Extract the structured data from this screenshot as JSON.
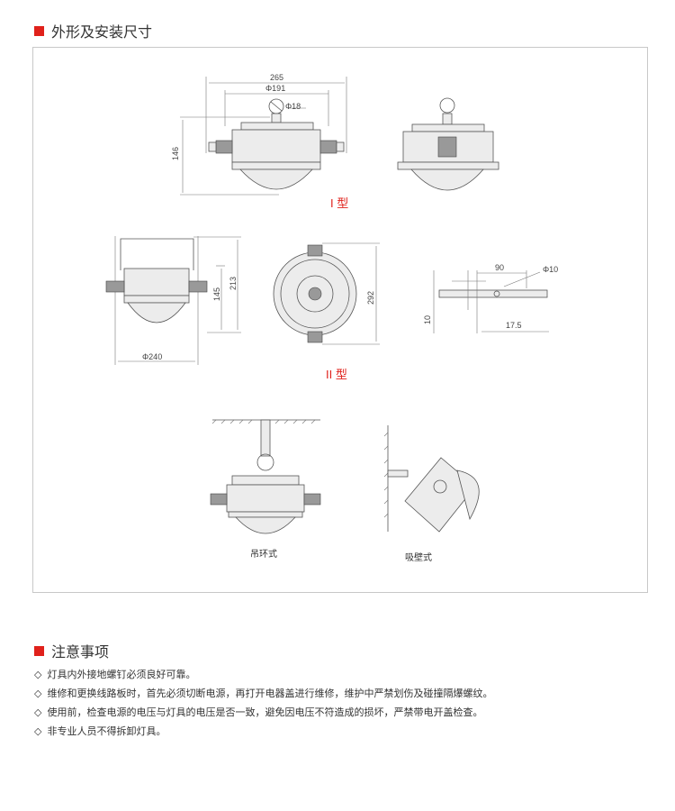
{
  "section1": {
    "title": "外形及安装尺寸"
  },
  "type1": {
    "label": "I 型",
    "dims": {
      "width": "265",
      "inner_dia": "Φ191",
      "ring_dia": "Φ18",
      "height": "146"
    }
  },
  "type2": {
    "label": "II 型",
    "dims": {
      "dia": "Φ240",
      "height_total": "213",
      "height_body": "145",
      "top_dia": "292"
    }
  },
  "bracket": {
    "dims": {
      "length": "90",
      "hole": "Φ10",
      "thickness": "10",
      "offset": "17.5"
    }
  },
  "mounting": {
    "ring_label": "吊环式",
    "wall_label": "吸壁式"
  },
  "section2": {
    "title": "注意事项",
    "bullet": "◇",
    "items": [
      "灯具内外接地螺钉必须良好可靠。",
      "维修和更换线路板时，首先必须切断电源，再打开电器盖进行维修，维护中严禁划伤及碰撞隔爆螺纹。",
      "使用前，检查电源的电压与灯具的电压是否一致，避免因电压不符造成的损坏，严禁带电开盖检查。",
      "非专业人员不得拆卸灯具。"
    ]
  },
  "colors": {
    "accent": "#e0211b",
    "border": "#c8c8c8"
  }
}
